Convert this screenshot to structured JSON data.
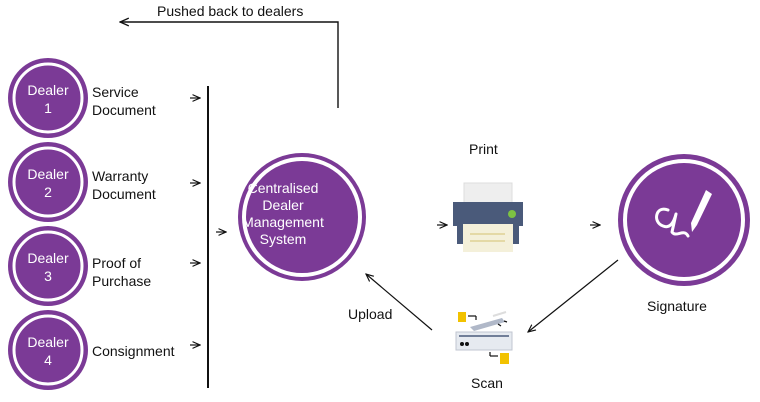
{
  "pushed_back_label": "Pushed back to dealers",
  "dealers": [
    {
      "line1": "Dealer",
      "line2": "1",
      "doc1": "Service",
      "doc2": "Document"
    },
    {
      "line1": "Dealer",
      "line2": "2",
      "doc1": "Warranty",
      "doc2": "Document"
    },
    {
      "line1": "Dealer",
      "line2": "3",
      "doc1": "Proof of",
      "doc2": "Purchase"
    },
    {
      "line1": "Dealer",
      "line2": "4",
      "doc1": "Consignment",
      "doc2": ""
    }
  ],
  "hub": {
    "line1": "Centralised",
    "line2": "Dealer",
    "line3": "Management",
    "line4": "System"
  },
  "print_label": "Print",
  "signature_label": "Signature",
  "upload_label": "Upload",
  "scan_label": "Scan",
  "colors": {
    "purple": "#7b3a96",
    "dark": "#111111",
    "printer": "#4a5a7a",
    "green": "#7dc242",
    "paper": "#f4f0da",
    "yellow": "#f2c200"
  },
  "icons": [
    "printer-icon",
    "signature-pen-icon",
    "scanner-icon",
    "arrow-icon"
  ]
}
